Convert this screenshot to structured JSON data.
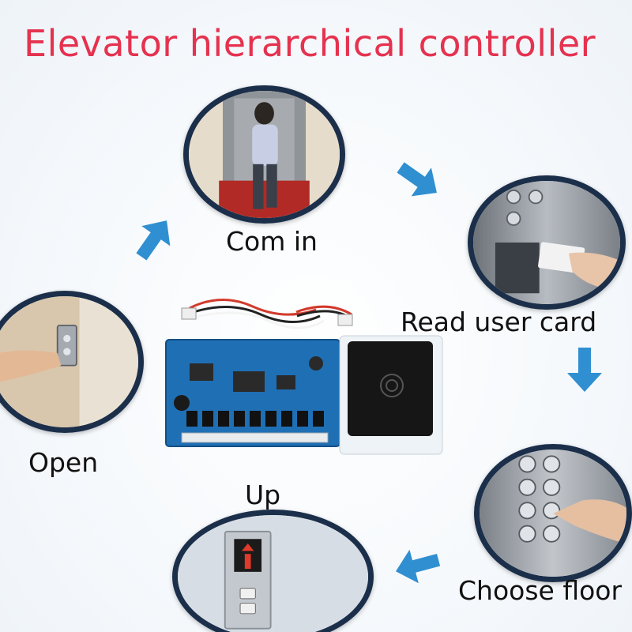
{
  "title": "Elevator hierarchical controller",
  "colors": {
    "title": "#e5324f",
    "arrow": "#2f8fd0",
    "bubble_border": "#1b2f4a",
    "board": "#1f6fb5"
  },
  "steps": [
    {
      "id": "com-in",
      "label": "Com in",
      "icon": "person-entering-elevator-photo"
    },
    {
      "id": "read-user-card",
      "label": "Read user card",
      "icon": "card-swipe-photo"
    },
    {
      "id": "choose-floor",
      "label": "Choose floor",
      "icon": "floor-buttons-photo"
    },
    {
      "id": "up",
      "label": "Up",
      "icon": "elevator-up-indicator-photo"
    },
    {
      "id": "open",
      "label": "Open",
      "icon": "call-button-photo"
    }
  ],
  "product": {
    "icon": "controller-board-with-card-reader"
  }
}
